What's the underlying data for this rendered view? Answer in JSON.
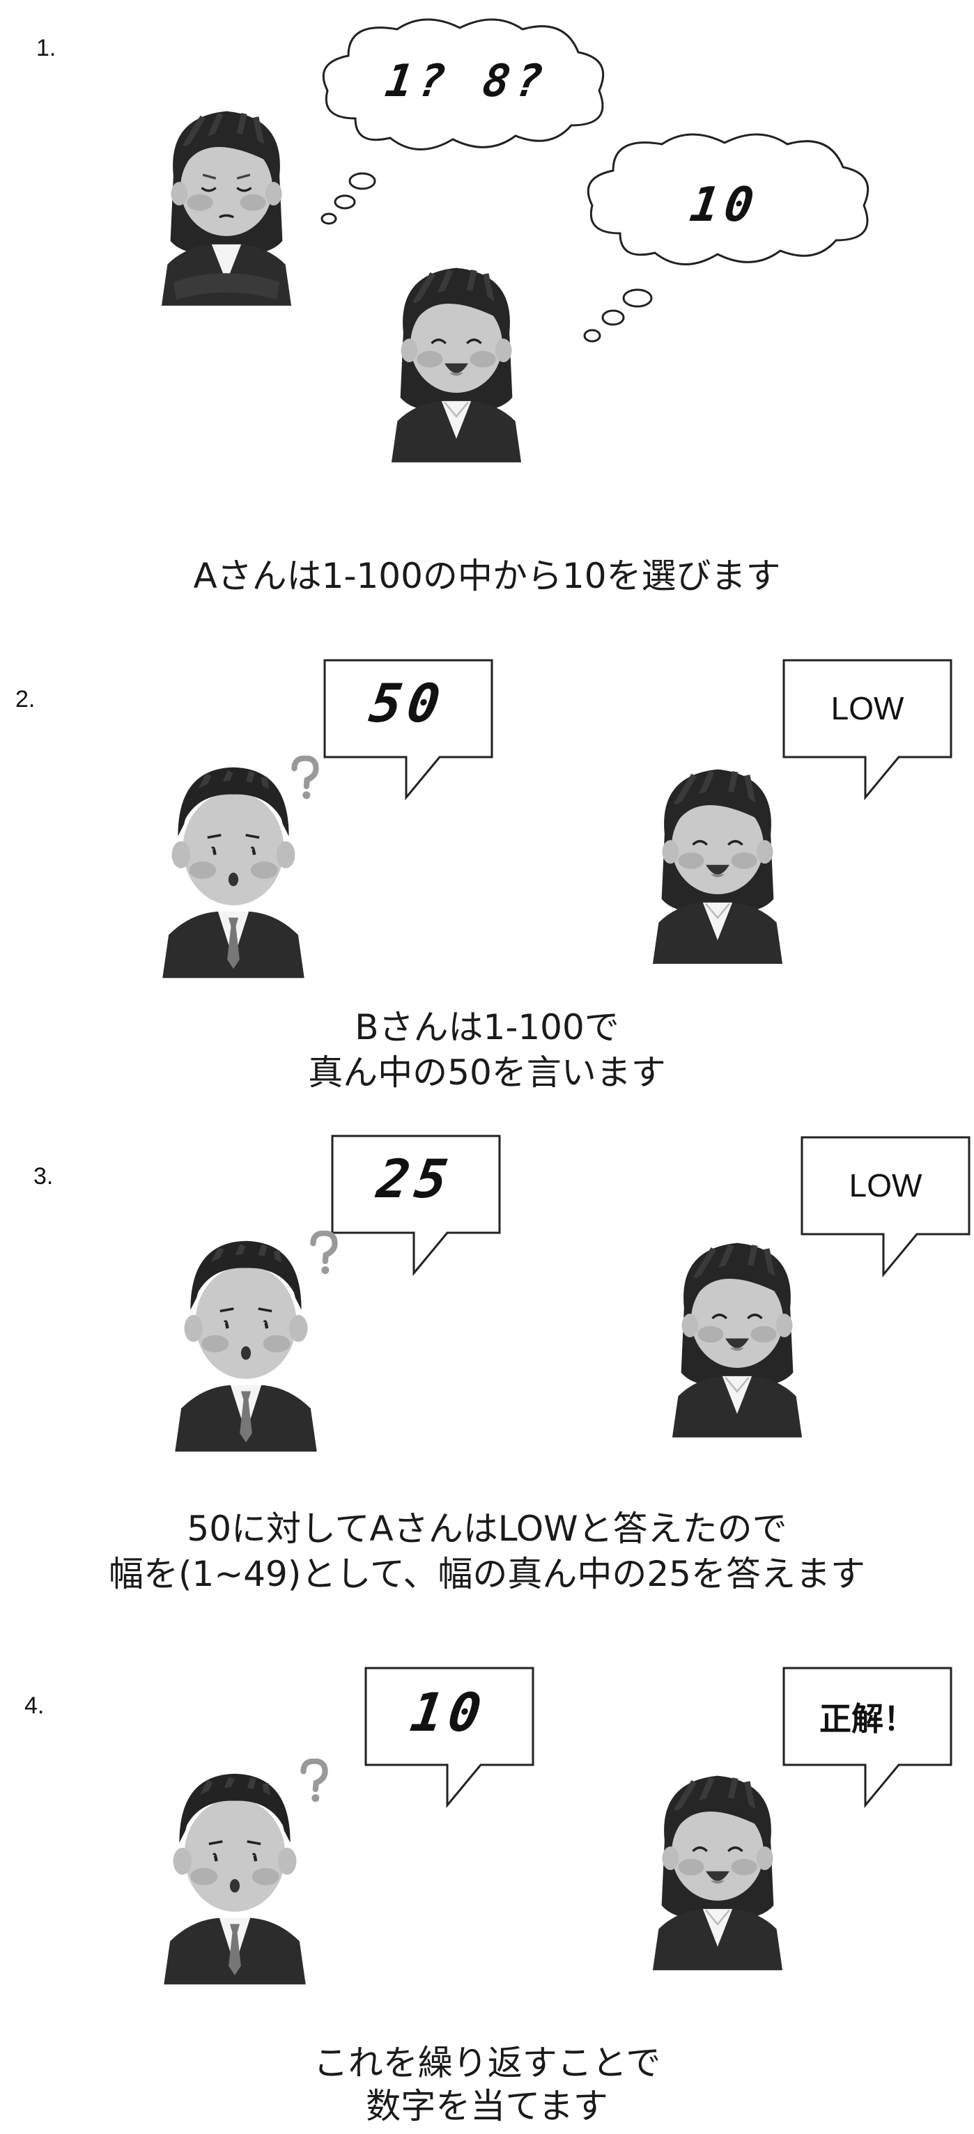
{
  "steps": [
    {
      "number": "1.",
      "bubbles": [
        "1? 8?",
        "10"
      ],
      "caption_lines": [
        "Aさんは1-100の中から10を選びます"
      ]
    },
    {
      "number": "2.",
      "guess": "50",
      "reply": "LOW",
      "caption_lines": [
        "Bさんは1-100で",
        "真ん中の50を言います"
      ]
    },
    {
      "number": "3.",
      "guess": "25",
      "reply": "LOW",
      "caption_lines": [
        "50に対してAさんはLOWと答えたので",
        "幅を(1~49)として、幅の真ん中の25を答えます"
      ]
    },
    {
      "number": "4.",
      "guess": "10",
      "reply": "正解！",
      "caption_lines": [
        "これを繰り返すことで",
        "数字を当てます"
      ]
    }
  ],
  "icons": {
    "woman": "businesswoman-icon",
    "man": "businessman-icon",
    "question": "question-mark-icon"
  }
}
